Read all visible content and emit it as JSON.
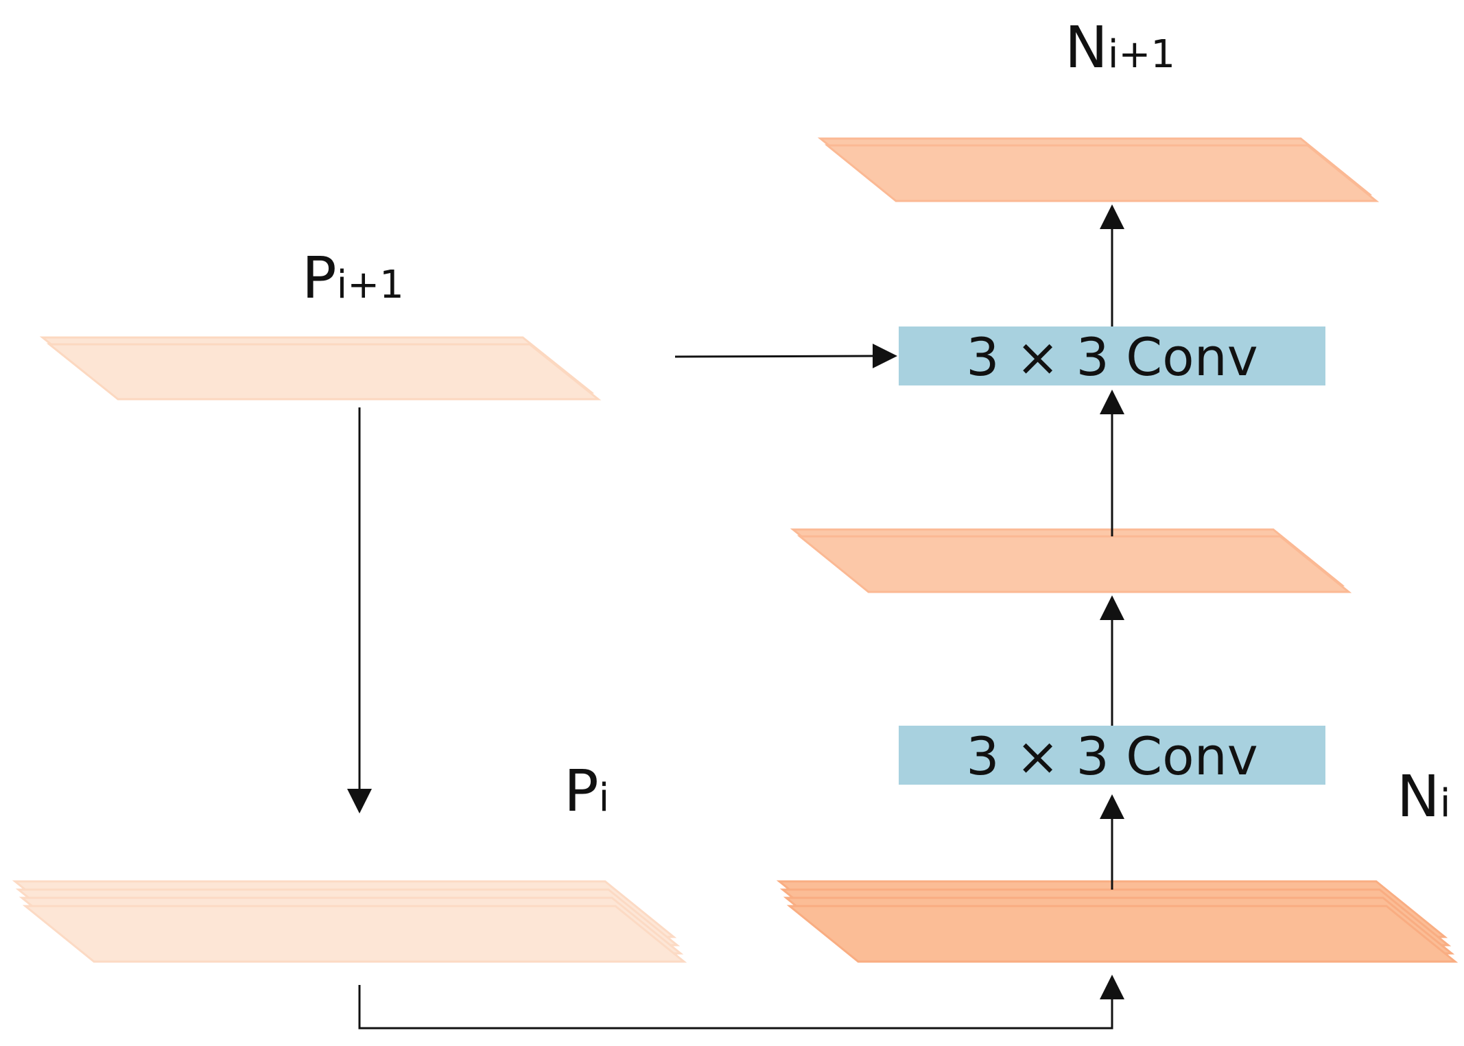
{
  "labels": {
    "p_next": {
      "base": "P",
      "sub": "i+1"
    },
    "p_cur": {
      "base": "P",
      "sub": "i"
    },
    "n_next": {
      "base": "N",
      "sub": "i+1"
    },
    "n_cur": {
      "base": "N",
      "sub": "i"
    }
  },
  "blocks": {
    "conv_upper": "3 × 3 Conv",
    "conv_lower": "3 × 3 Conv"
  },
  "colors": {
    "conv_fill": "#a8d1df",
    "p_next_layer": "#fde5d4",
    "p_cur_layer": "#fde6d6",
    "n_mid_layer": "#fcc8a8",
    "n_next_layer": "#fcc8a8",
    "n_cur_layer": "#fbbd96",
    "arrow": "#111111"
  }
}
